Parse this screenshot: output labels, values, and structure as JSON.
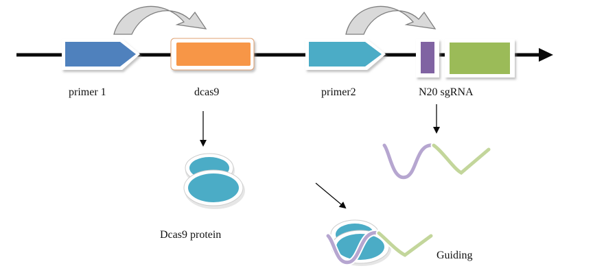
{
  "colors": {
    "backbone": "#0a0a0a",
    "primer1": "#4f81bd",
    "dcas9": "#f79646",
    "primer2": "#4bacc6",
    "n20": "#8064a2",
    "sgrna_scaffold": "#9bbb59",
    "protein": "#4bacc6",
    "curved_arrow_fill": "#d9d9d9",
    "curved_arrow_stroke": "#7f7f7f"
  },
  "labels": {
    "primer1": "primer 1",
    "dcas9": "dcas9",
    "primer2": "primer2",
    "sgrna": "N20 sgRNA",
    "protein": "Dcas9 protein",
    "guiding": "Guiding"
  },
  "icons": {
    "primer1_shape": "pentagon-arrow-icon",
    "primer2_shape": "pentagon-arrow-icon",
    "dcas9_shape": "rounded-box-icon",
    "protein_shape": "stacked-discs-icon",
    "sgrna_shape": "wavy-rna-icon",
    "promoter_arrow": "curved-arrow-icon"
  }
}
